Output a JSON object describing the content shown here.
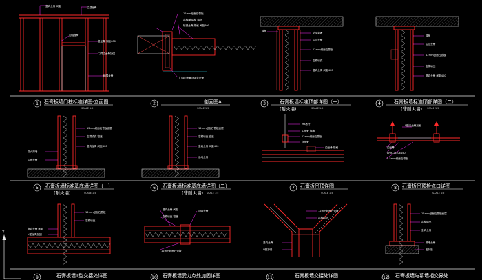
{
  "sheet": {
    "details": [
      {
        "number": "1",
        "title": "石膏板墙门柱标准详图-立面图",
        "subtitle": "",
        "scale": "SCALE 1:5"
      },
      {
        "number": "2",
        "title": "剖面图A",
        "subtitle": "",
        "scale": "SCALE 1:5"
      },
      {
        "number": "3",
        "title": "石膏板墙标准顶部详图（一）",
        "subtitle": "(耐火墙)",
        "scale": "SCALE 1:5"
      },
      {
        "number": "4",
        "title": "石膏板墙标准顶部详图（二）",
        "subtitle": "(非耐火墙)",
        "scale": "SCALE 1:5"
      },
      {
        "number": "5",
        "title": "石膏板墙标准基底墙详图（一）",
        "subtitle": "(耐火墙)",
        "scale": "SCALE 1:5"
      },
      {
        "number": "6",
        "title": "石膏板墙标准基底墙详图（二）",
        "subtitle": "(非耐火墙)",
        "scale": "SCALE 1:5"
      },
      {
        "number": "7",
        "title": "石膏板吊顶详图",
        "subtitle": "",
        "scale": "SCALE 1:5"
      },
      {
        "number": "8",
        "title": "石膏板吊顶检修口详图",
        "subtitle": "",
        "scale": "SCALE 1:5"
      },
      {
        "number": "9",
        "title": "石膏板墙T型交接处详图",
        "subtitle": "",
        "scale": ""
      },
      {
        "number": "10",
        "title": "石膏板墙受力点处加固详图",
        "subtitle": "",
        "scale": ""
      },
      {
        "number": "11",
        "title": "石膏板墙交接处详图",
        "subtitle": "",
        "scale": ""
      },
      {
        "number": "12",
        "title": "石膏板墙与幕墙相交界处",
        "subtitle": "",
        "scale": ""
      }
    ],
    "annotations": {
      "d1": [
        "竖向龙骨 间距",
        "沿顶龙骨",
        "加强龙骨",
        "竖龙骨 间距600",
        "门洞边龙骨加强",
        "横撑龙骨"
      ],
      "d2": [
        "12mm纸面石膏板",
        "岩棉/玻璃棉 填充",
        "轻钢龙骨 规格 间距400",
        "门洞边龙骨加强竖龙骨"
      ],
      "d3": [
        "防火封堵",
        "楼板",
        "沿顶龙骨",
        "12mm纸面石膏板",
        "岩棉填充",
        "竖向龙骨 间距400"
      ],
      "d4": [
        "楼板",
        "沿顶龙骨",
        "12mm纸面石膏板",
        "岩棉填充",
        "竖向龙骨 间距400"
      ],
      "d5": [
        "12mm纸面石膏板面层",
        "岩棉填充 密度",
        "竖向龙骨 间距400",
        "防火封堵",
        "沿地龙骨"
      ],
      "d6": [
        "12mm纸面石膏板面层",
        "岩棉填充 密度",
        "竖向龙骨 间距400",
        "沿地龙骨"
      ],
      "d7": [
        "M8吊杆",
        "主龙骨 规格",
        "12mm纸面石膏板",
        "次龙骨",
        "边龙骨 规格"
      ],
      "d8": [
        "L型边龙骨加固",
        "边龙骨",
        "检修口450x450",
        "9.5mm纸面石膏板"
      ],
      "d9": [
        "12mm纸面石膏板",
        "岩棉填充",
        "竖向龙骨 间距",
        "U型龙骨加固"
      ],
      "d10": [
        "竖向龙骨 间距",
        "岩棉填充 密度",
        "加强龙骨",
        "12mm纸面石膏板"
      ],
      "d11": [
        "12mm纸面石膏板",
        "岩棉填充",
        "竖向龙骨",
        "U型护角"
      ],
      "d12": [
        "12mm纸面石膏板面层",
        "岩棉填充",
        "竖向龙骨",
        "幕墙龙骨",
        "密封胶"
      ]
    },
    "ucs": {
      "y_label": "Y"
    }
  },
  "colors": {
    "background": "#000000",
    "wall": "#ff2a2a",
    "leader": "#ff2cff",
    "dimension": "#32e8ff",
    "text": "#ffffff"
  }
}
